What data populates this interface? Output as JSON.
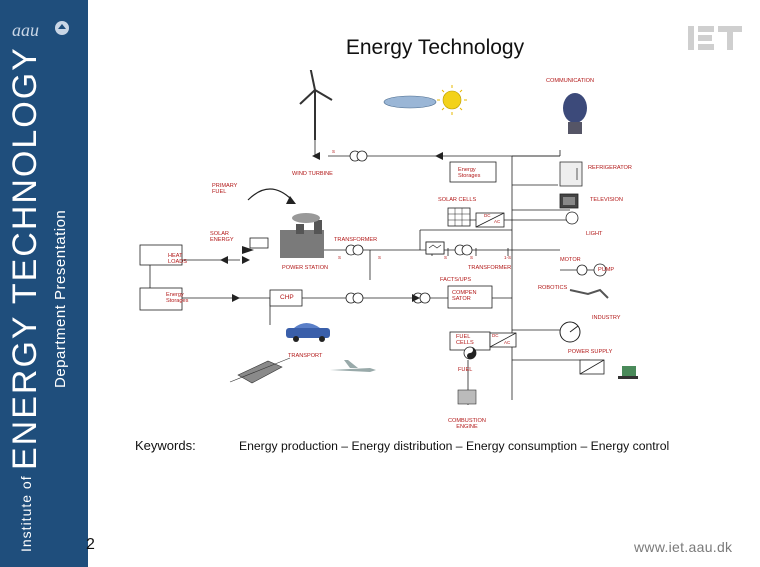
{
  "sidebar": {
    "logo_text": "aau",
    "institute_label": "Institute of",
    "energy_word": "ENERGY",
    "technology_word": "TECHNOLOGY",
    "department_label": "Department Presentation"
  },
  "slide": {
    "title": "Energy Technology",
    "page_number": "2",
    "logo_text": "IET",
    "url": "www.iet.aau.dk"
  },
  "diagram": {
    "labels": {
      "communication": "COMMUNICATION",
      "refrigerator": "REFRIGERATOR",
      "wind_turbine": "WIND TURBINE",
      "energy_storages_top": "Energy\nStorages",
      "primary_fuel": "PRIMARY\nFUEL",
      "solar_cells": "SOLAR CELLS",
      "television": "TELEVISION",
      "solar_energy": "SOLAR\nENERGY",
      "transformer_top": "TRANSFORMER",
      "light": "LIGHT",
      "heat_loads": "HEAT\nLOADS",
      "power_station": "POWER STATION",
      "transformer_mid": "TRANSFORMER",
      "motor": "MOTOR",
      "pump": "PUMP",
      "facts_ups": "FACTS/UPS",
      "robotics": "ROBOTICS",
      "energy_storages_left": "Energy\nStorages",
      "chp": "CHP",
      "compensator": "COMPEN\nSATOR",
      "industry": "INDUSTRY",
      "fuel_cells": "FUEL\nCELLS",
      "transport": "TRANSPORT",
      "power_supply": "POWER SUPPLY",
      "fuel": "FUEL",
      "combustion_engine": "COMBUSTION\nENGINE",
      "dc_1": "DC",
      "ac_1": "AC",
      "dc_2": "DC",
      "ac_2": "AC",
      "s_1": "S",
      "s_2": "S",
      "s_3": "S",
      "s_4": "S",
      "s_5": "S",
      "s_6": "1-S"
    }
  },
  "footer": {
    "keywords_label": "Keywords:",
    "keywords_text": "Energy production – Energy distribution – Energy consumption – Energy control"
  },
  "colors": {
    "sidebar": "#1f4e7c",
    "label_red": "#b21818",
    "line": "#222222"
  }
}
